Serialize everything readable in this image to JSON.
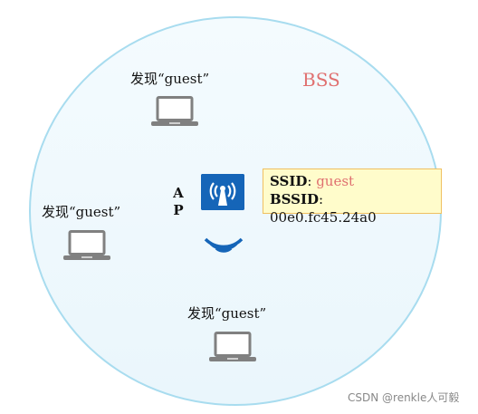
{
  "diagram": {
    "bss_label": "BSS",
    "ap_label_line1": "A",
    "ap_label_line2": "P",
    "discover_top": "发现“guest”",
    "discover_left": "发现“guest”",
    "discover_bottom": "发现“guest”",
    "ssid_key": "SSID",
    "ssid_sep": ": ",
    "ssid_value": "guest",
    "bssid_key": "BSSID",
    "bssid_sep": ":",
    "bssid_value": "00e0.fc45.24a0"
  },
  "watermark": "CSDN @renkle人可毅",
  "colors": {
    "ellipse_border": "#a8dcef",
    "ap_blue": "#1565b8",
    "bss_red": "#e07070",
    "info_box_bg": "#fffccb",
    "info_box_border": "#f0c060",
    "laptop_gray": "#808080"
  },
  "icons": [
    "laptop-icon",
    "access-point-icon",
    "wifi-signal-icon"
  ]
}
